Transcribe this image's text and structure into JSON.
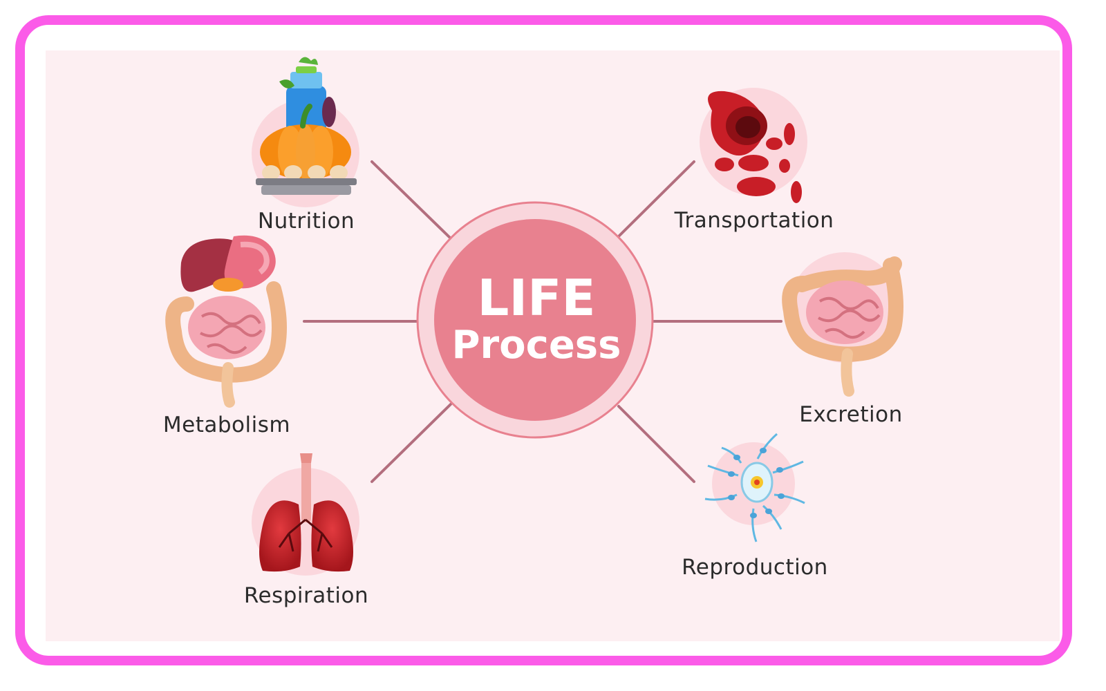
{
  "center": {
    "line1": "LIFE",
    "line2": "Process"
  },
  "nodes": [
    {
      "id": "nutrition",
      "label": "Nutrition",
      "icon": "food-icon"
    },
    {
      "id": "transportation",
      "label": "Transportation",
      "icon": "blood-vessel-icon"
    },
    {
      "id": "metabolism",
      "label": "Metabolism",
      "icon": "digestive-system-icon"
    },
    {
      "id": "excretion",
      "label": "Excretion",
      "icon": "intestine-icon"
    },
    {
      "id": "respiration",
      "label": "Respiration",
      "icon": "lungs-icon"
    },
    {
      "id": "reproduction",
      "label": "Reproduction",
      "icon": "egg-sperm-icon"
    }
  ],
  "colors": {
    "frame": "#fb5be8",
    "panel": "#fdeff2",
    "connector": "#b36e7e",
    "center_fill": "#e8818f",
    "center_ring": "#f9d6dc",
    "icon_halo": "#fbd7dd"
  }
}
